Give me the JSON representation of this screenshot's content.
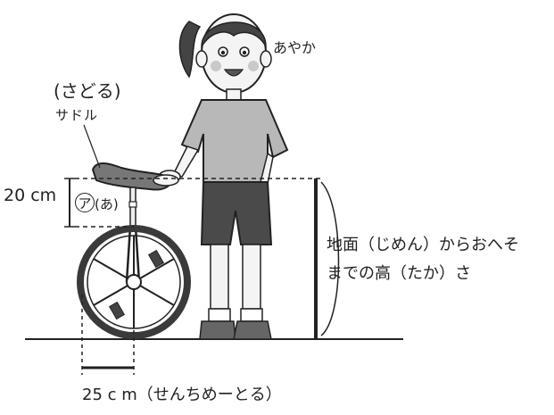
{
  "labels": {
    "girl_name": "あやか",
    "saddle_reading": "(さどる)",
    "saddle": "サドル",
    "dimension_20": "20 cm",
    "mark_a": "ア",
    "mark_a_reading": "(あ)",
    "height_line1": "地面（じめん）からおへそ",
    "height_line2": "までの高（たか）さ",
    "dimension_25": "25 c m（せんちめーとる）"
  },
  "colors": {
    "line": "#222222",
    "shirt": "#b8b8b8",
    "shorts": "#4a4a4a",
    "skin": "#f1f1f1",
    "wheel": "#3a3a3a"
  },
  "icons": [
    "unicycle-icon",
    "girl-figure-icon"
  ]
}
